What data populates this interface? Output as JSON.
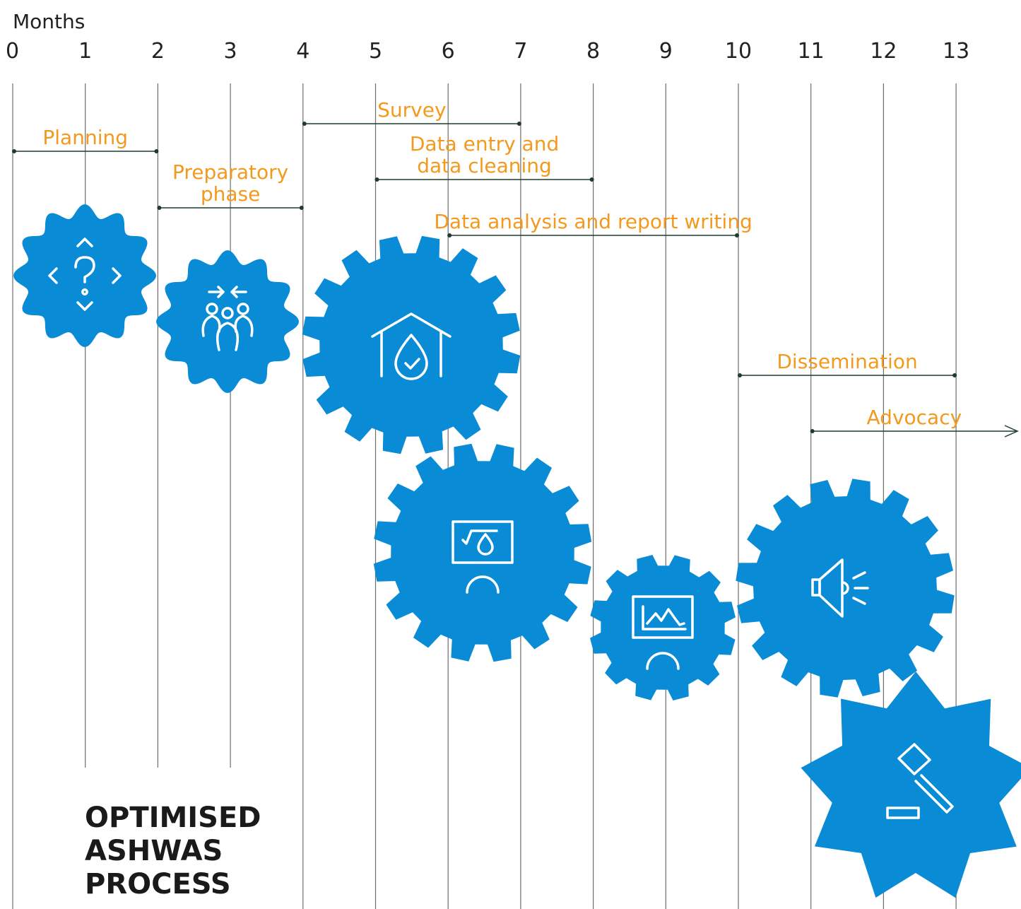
{
  "axis": {
    "title": "Months",
    "months": [
      "0",
      "1",
      "2",
      "3",
      "4",
      "5",
      "6",
      "7",
      "8",
      "9",
      "10",
      "11",
      "12",
      "13"
    ]
  },
  "phases": [
    {
      "label_lines": [
        "Planning"
      ],
      "start": 0,
      "end": 2,
      "arrow": false
    },
    {
      "label_lines": [
        "Preparatory",
        "phase"
      ],
      "start": 2,
      "end": 4,
      "arrow": false
    },
    {
      "label_lines": [
        "Survey"
      ],
      "start": 4,
      "end": 7,
      "arrow": false
    },
    {
      "label_lines": [
        "Data entry and",
        "data cleaning"
      ],
      "start": 5,
      "end": 8,
      "arrow": false
    },
    {
      "label_lines": [
        "Data analysis and report writing"
      ],
      "start": 6,
      "end": 10,
      "arrow": false
    },
    {
      "label_lines": [
        "Dissemination"
      ],
      "start": 10,
      "end": 13,
      "arrow": false
    },
    {
      "label_lines": [
        "Advocacy"
      ],
      "start": 11,
      "end": null,
      "arrow": true
    }
  ],
  "gears": [
    {
      "icon": "question-arrows-icon"
    },
    {
      "icon": "people-group-icon"
    },
    {
      "icon": "house-water-drop-icon"
    },
    {
      "icon": "presentation-formula-icon"
    },
    {
      "icon": "presentation-chart-icon"
    },
    {
      "icon": "megaphone-icon"
    },
    {
      "icon": "gavel-icon"
    }
  ],
  "title": {
    "lines": [
      "OPTIMISED",
      "ASHWAS",
      "PROCESS"
    ]
  },
  "colors": {
    "gear": "#0a8bd6",
    "label": "#f39a1e",
    "line": "#1f3b2e",
    "grid": "#6d6d6d",
    "text": "#222222"
  }
}
